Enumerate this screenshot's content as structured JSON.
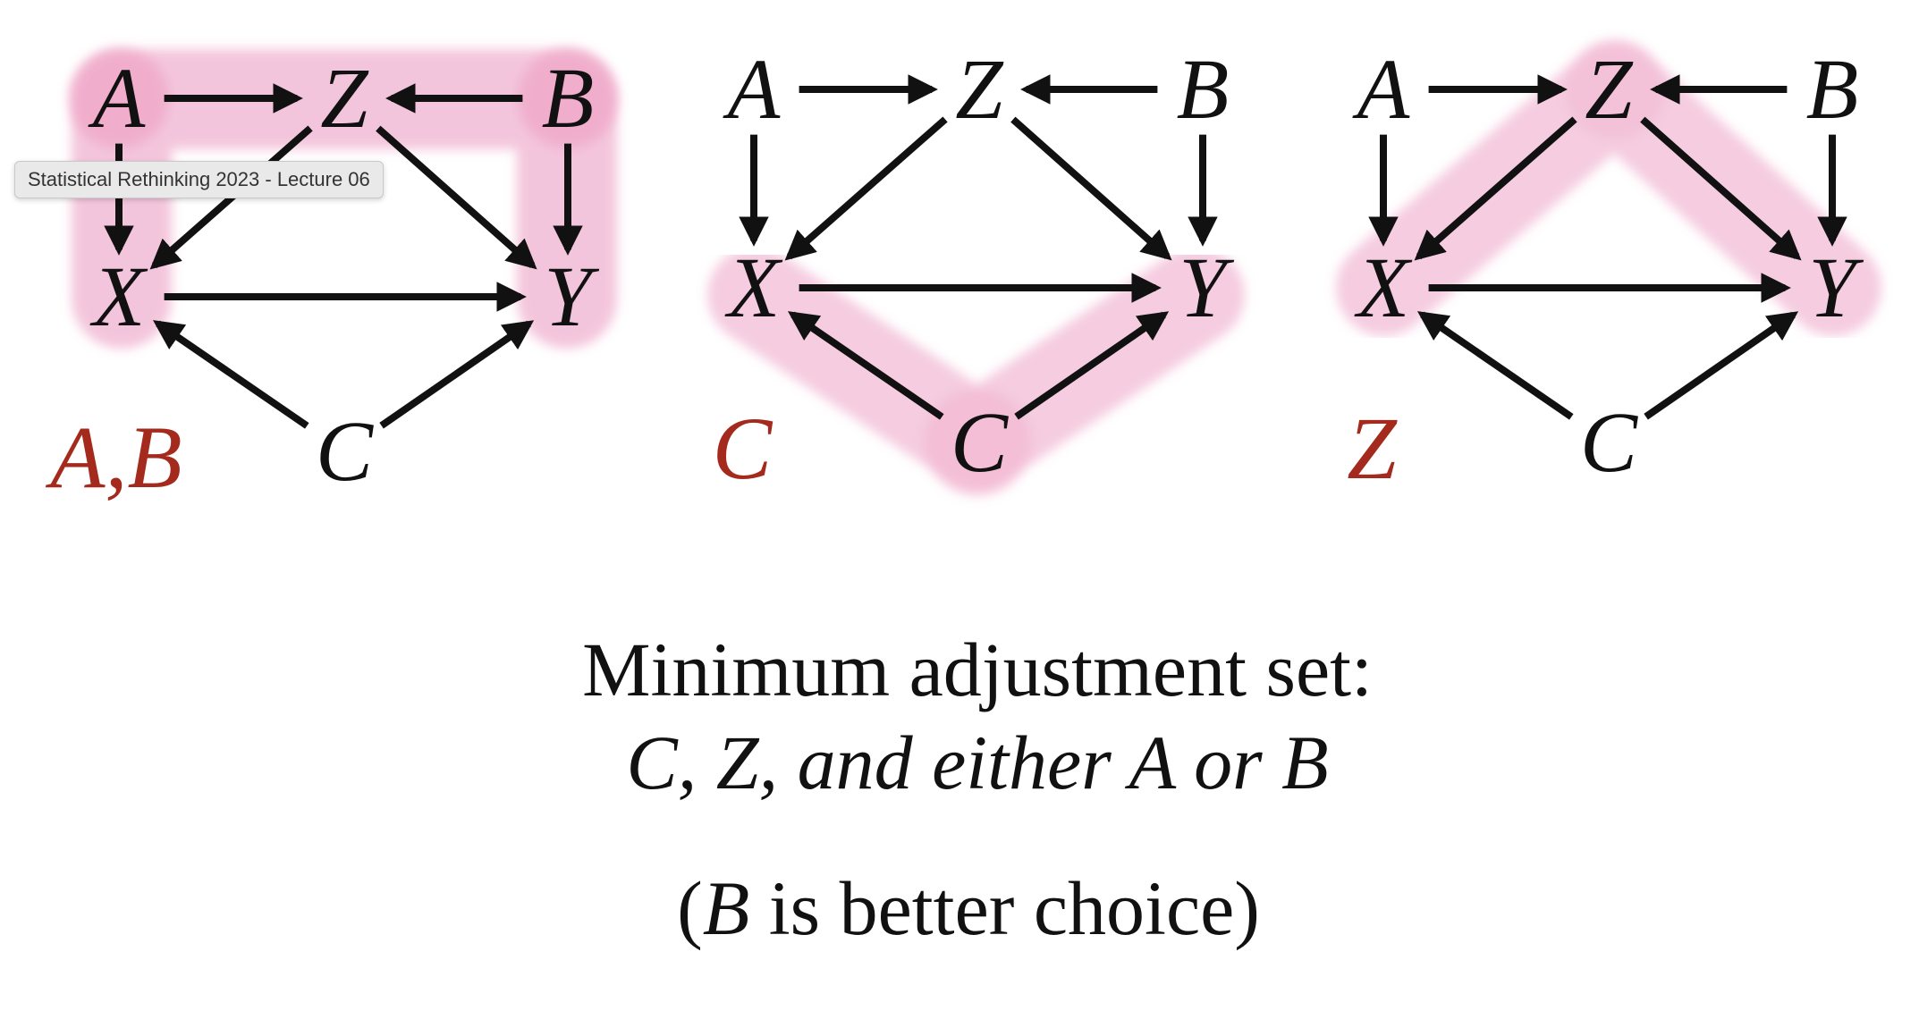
{
  "tooltip": {
    "text": "Statistical Rethinking 2023 - Lecture 06"
  },
  "colors": {
    "highlight": "#f2bcd6",
    "highlight_strong": "#ee9cc0",
    "set_label": "#a52a1e",
    "edge": "#111111",
    "text": "#111111"
  },
  "diagrams": [
    {
      "id": "dag-left",
      "set_label": "A,B",
      "nodes": {
        "A": "A",
        "Z": "Z",
        "B": "B",
        "X": "X",
        "Y": "Y",
        "C": "C"
      },
      "highlighted": [
        "A",
        "B",
        "X",
        "Y"
      ]
    },
    {
      "id": "dag-middle",
      "set_label": "C",
      "nodes": {
        "A": "A",
        "Z": "Z",
        "B": "B",
        "X": "X",
        "Y": "Y",
        "C": "C"
      },
      "highlighted": [
        "X",
        "C",
        "Y"
      ]
    },
    {
      "id": "dag-right",
      "set_label": "Z",
      "nodes": {
        "A": "A",
        "Z": "Z",
        "B": "B",
        "X": "X",
        "Y": "Y",
        "C": "C"
      },
      "highlighted": [
        "X",
        "Z",
        "Y"
      ]
    }
  ],
  "edges": [
    [
      "A",
      "Z"
    ],
    [
      "B",
      "Z"
    ],
    [
      "A",
      "X"
    ],
    [
      "Z",
      "X"
    ],
    [
      "Z",
      "Y"
    ],
    [
      "B",
      "Y"
    ],
    [
      "X",
      "Y"
    ],
    [
      "C",
      "X"
    ],
    [
      "C",
      "Y"
    ]
  ],
  "caption": {
    "title": "Minimum adjustment set:",
    "sets": "C, Z, and either A or B",
    "note_open": "(",
    "note_var": "B",
    "note_rest": " is better choice)"
  }
}
